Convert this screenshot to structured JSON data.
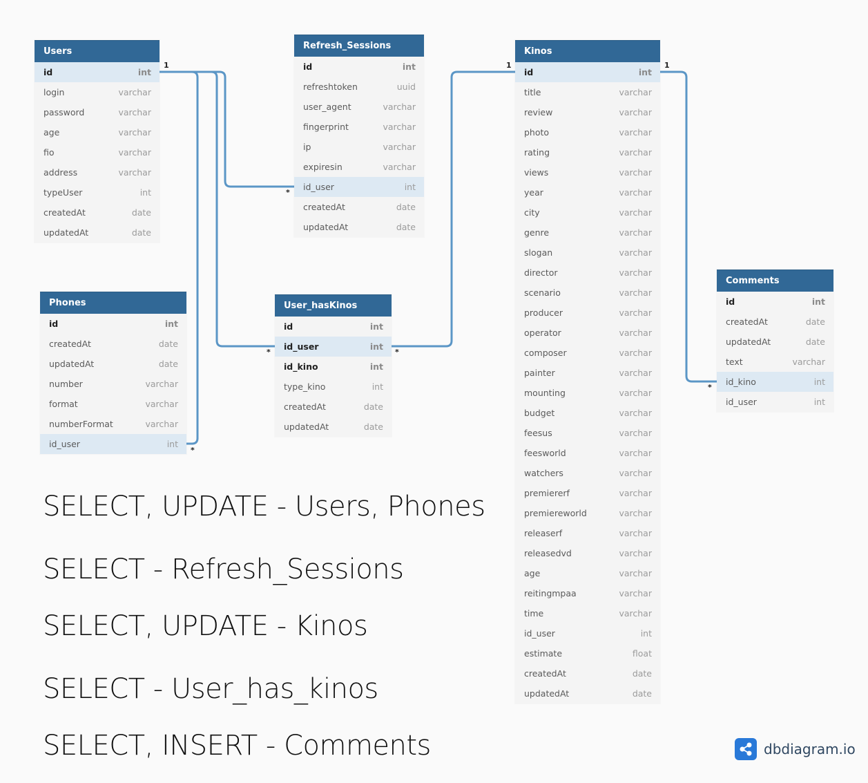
{
  "tables": {
    "users": {
      "name": "Users",
      "fields": [
        {
          "name": "id",
          "type": "int"
        },
        {
          "name": "login",
          "type": "varchar"
        },
        {
          "name": "password",
          "type": "varchar"
        },
        {
          "name": "age",
          "type": "varchar"
        },
        {
          "name": "fio",
          "type": "varchar"
        },
        {
          "name": "address",
          "type": "varchar"
        },
        {
          "name": "typeUser",
          "type": "int"
        },
        {
          "name": "createdAt",
          "type": "date"
        },
        {
          "name": "updatedAt",
          "type": "date"
        }
      ]
    },
    "refresh_sessions": {
      "name": "Refresh_Sessions",
      "fields": [
        {
          "name": "id",
          "type": "int"
        },
        {
          "name": "refreshtoken",
          "type": "uuid"
        },
        {
          "name": "user_agent",
          "type": "varchar"
        },
        {
          "name": "fingerprint",
          "type": "varchar"
        },
        {
          "name": "ip",
          "type": "varchar"
        },
        {
          "name": "expiresin",
          "type": "varchar"
        },
        {
          "name": "id_user",
          "type": "int"
        },
        {
          "name": "createdAt",
          "type": "date"
        },
        {
          "name": "updatedAt",
          "type": "date"
        }
      ]
    },
    "kinos": {
      "name": "Kinos",
      "fields": [
        {
          "name": "id",
          "type": "int"
        },
        {
          "name": "title",
          "type": "varchar"
        },
        {
          "name": "review",
          "type": "varchar"
        },
        {
          "name": "photo",
          "type": "varchar"
        },
        {
          "name": "rating",
          "type": "varchar"
        },
        {
          "name": "views",
          "type": "varchar"
        },
        {
          "name": "year",
          "type": "varchar"
        },
        {
          "name": "city",
          "type": "varchar"
        },
        {
          "name": "genre",
          "type": "varchar"
        },
        {
          "name": "slogan",
          "type": "varchar"
        },
        {
          "name": "director",
          "type": "varchar"
        },
        {
          "name": "scenario",
          "type": "varchar"
        },
        {
          "name": "producer",
          "type": "varchar"
        },
        {
          "name": "operator",
          "type": "varchar"
        },
        {
          "name": "composer",
          "type": "varchar"
        },
        {
          "name": "painter",
          "type": "varchar"
        },
        {
          "name": "mounting",
          "type": "varchar"
        },
        {
          "name": "budget",
          "type": "varchar"
        },
        {
          "name": "feesus",
          "type": "varchar"
        },
        {
          "name": "feesworld",
          "type": "varchar"
        },
        {
          "name": "watchers",
          "type": "varchar"
        },
        {
          "name": "premiererf",
          "type": "varchar"
        },
        {
          "name": "premiereworld",
          "type": "varchar"
        },
        {
          "name": "releaserf",
          "type": "varchar"
        },
        {
          "name": "releasedvd",
          "type": "varchar"
        },
        {
          "name": "age",
          "type": "varchar"
        },
        {
          "name": "reitingmpaa",
          "type": "varchar"
        },
        {
          "name": "time",
          "type": "varchar"
        },
        {
          "name": "id_user",
          "type": "int"
        },
        {
          "name": "estimate",
          "type": "float"
        },
        {
          "name": "createdAt",
          "type": "date"
        },
        {
          "name": "updatedAt",
          "type": "date"
        }
      ]
    },
    "phones": {
      "name": "Phones",
      "fields": [
        {
          "name": "id",
          "type": "int"
        },
        {
          "name": "createdAt",
          "type": "date"
        },
        {
          "name": "updatedAt",
          "type": "date"
        },
        {
          "name": "number",
          "type": "varchar"
        },
        {
          "name": "format",
          "type": "varchar"
        },
        {
          "name": "numberFormat",
          "type": "varchar"
        },
        {
          "name": "id_user",
          "type": "int"
        }
      ]
    },
    "user_haskinos": {
      "name": "User_hasKinos",
      "fields": [
        {
          "name": "id",
          "type": "int"
        },
        {
          "name": "id_user",
          "type": "int"
        },
        {
          "name": "id_kino",
          "type": "int"
        },
        {
          "name": "type_kino",
          "type": "int"
        },
        {
          "name": "createdAt",
          "type": "date"
        },
        {
          "name": "updatedAt",
          "type": "date"
        }
      ]
    },
    "comments": {
      "name": "Comments",
      "fields": [
        {
          "name": "id",
          "type": "int"
        },
        {
          "name": "createdAt",
          "type": "date"
        },
        {
          "name": "updatedAt",
          "type": "date"
        },
        {
          "name": "text",
          "type": "varchar"
        },
        {
          "name": "id_kino",
          "type": "int"
        },
        {
          "name": "id_user",
          "type": "int"
        }
      ]
    }
  },
  "cardinality": {
    "one": "1",
    "many": "*"
  },
  "notes": [
    "SELECT, UPDATE - Users, Phones",
    "SELECT - Refresh_Sessions",
    "SELECT, UPDATE - Kinos",
    "SELECT - User_has_kinos",
    "SELECT, INSERT - Comments"
  ],
  "brand": {
    "text": "dbdiagram.io",
    "color": "#2979d8"
  },
  "colors": {
    "header": "#316896",
    "link": "#5b96c6",
    "highlight": "#dde9f3"
  }
}
